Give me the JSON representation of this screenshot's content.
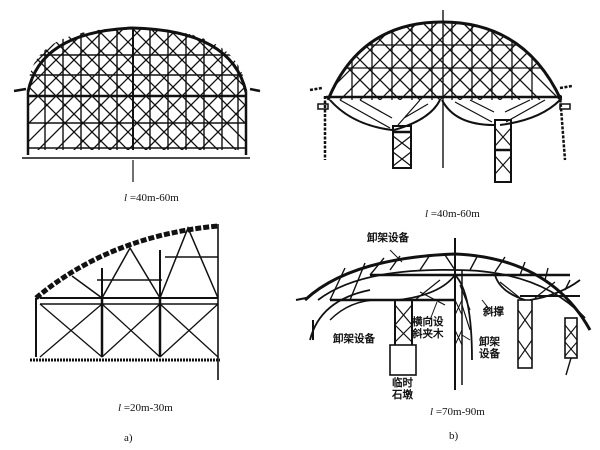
{
  "figure": {
    "panels": [
      {
        "id": "a",
        "caption": "a)",
        "diagrams": [
          {
            "name": "full-scaffold-arch",
            "span_symbol": "l",
            "span_text": "=40m-60m"
          },
          {
            "name": "half-arch-truss-frame",
            "span_symbol": "l",
            "span_text": "=20m-30m"
          }
        ]
      },
      {
        "id": "b",
        "caption": "b)",
        "diagrams": [
          {
            "name": "arch-with-two-towers",
            "span_symbol": "l",
            "span_text": "=40m-60m"
          },
          {
            "name": "long-span-arch-with-labels",
            "span_symbol": "l",
            "span_text": "=70m-90m"
          }
        ]
      }
    ],
    "annotations": {
      "unloading_device_top": "卸架设备",
      "unloading_device_left": "卸架设备",
      "lateral_brace_1": "横向设",
      "lateral_brace_2": "斜夹木",
      "diagonal_brace": "斜撑",
      "unloading_device_right_1": "卸架",
      "unloading_device_right_2": "设备",
      "temp_pier_1": "临时",
      "temp_pier_2": "石墩"
    },
    "colors": {
      "ink": "#111111",
      "paper": "#ffffff"
    }
  }
}
